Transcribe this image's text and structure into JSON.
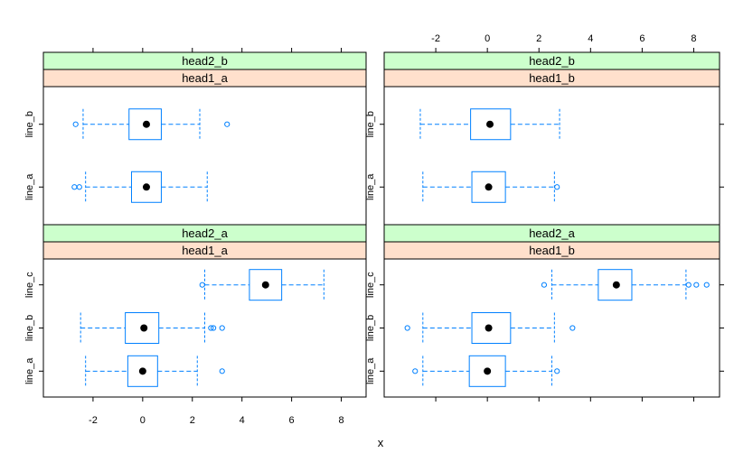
{
  "chart_data": {
    "type": "boxplot",
    "xlabel": "x",
    "xlim": [
      -4,
      9
    ],
    "x_ticks": [
      "-2",
      "0",
      "2",
      "4",
      "6",
      "8"
    ],
    "x_tick_values": [
      -2,
      0,
      2,
      4,
      6,
      8
    ],
    "colors": {
      "strip_outer": "#ccffcc",
      "strip_inner": "#ffe0cc",
      "box": "#0080ff",
      "median_dot": "#000000",
      "frame": "#000000"
    },
    "panels": [
      {
        "id": "top-left",
        "strips": [
          "head2_b",
          "head1_a"
        ],
        "lines": [
          {
            "label": "line_a",
            "lower_whisker": -2.3,
            "q1": -0.45,
            "median": 0.15,
            "q3": 0.75,
            "upper_whisker": 2.6,
            "outliers": [
              -2.75,
              -2.55
            ]
          },
          {
            "label": "line_b",
            "lower_whisker": -2.4,
            "q1": -0.55,
            "median": 0.15,
            "q3": 0.75,
            "upper_whisker": 2.3,
            "outliers": [
              -2.7,
              3.4
            ]
          }
        ]
      },
      {
        "id": "top-right",
        "strips": [
          "head2_b",
          "head1_b"
        ],
        "lines": [
          {
            "label": "line_a",
            "lower_whisker": -2.5,
            "q1": -0.6,
            "median": 0.05,
            "q3": 0.7,
            "upper_whisker": 2.6,
            "outliers": [
              2.7
            ]
          },
          {
            "label": "line_b",
            "lower_whisker": -2.6,
            "q1": -0.65,
            "median": 0.1,
            "q3": 0.9,
            "upper_whisker": 2.8,
            "outliers": []
          }
        ]
      },
      {
        "id": "bottom-left",
        "strips": [
          "head2_a",
          "head1_a"
        ],
        "lines": [
          {
            "label": "line_a",
            "lower_whisker": -2.3,
            "q1": -0.6,
            "median": 0.0,
            "q3": 0.6,
            "upper_whisker": 2.2,
            "outliers": [
              3.2
            ]
          },
          {
            "label": "line_b",
            "lower_whisker": -2.5,
            "q1": -0.7,
            "median": 0.05,
            "q3": 0.65,
            "upper_whisker": 2.5,
            "outliers": [
              2.75,
              2.85,
              3.2
            ]
          },
          {
            "label": "line_c",
            "lower_whisker": 2.5,
            "q1": 4.3,
            "median": 4.95,
            "q3": 5.6,
            "upper_whisker": 7.3,
            "outliers": [
              2.4
            ]
          }
        ]
      },
      {
        "id": "bottom-right",
        "strips": [
          "head2_a",
          "head1_b"
        ],
        "lines": [
          {
            "label": "line_a",
            "lower_whisker": -2.5,
            "q1": -0.7,
            "median": 0.0,
            "q3": 0.7,
            "upper_whisker": 2.5,
            "outliers": [
              -2.8,
              2.7
            ]
          },
          {
            "label": "line_b",
            "lower_whisker": -2.5,
            "q1": -0.6,
            "median": 0.05,
            "q3": 0.9,
            "upper_whisker": 2.6,
            "outliers": [
              -3.1,
              3.3
            ]
          },
          {
            "label": "line_c",
            "lower_whisker": 2.5,
            "q1": 4.3,
            "median": 5.0,
            "q3": 5.6,
            "upper_whisker": 7.7,
            "outliers": [
              2.2,
              7.8,
              8.1,
              8.5
            ]
          }
        ]
      }
    ]
  }
}
